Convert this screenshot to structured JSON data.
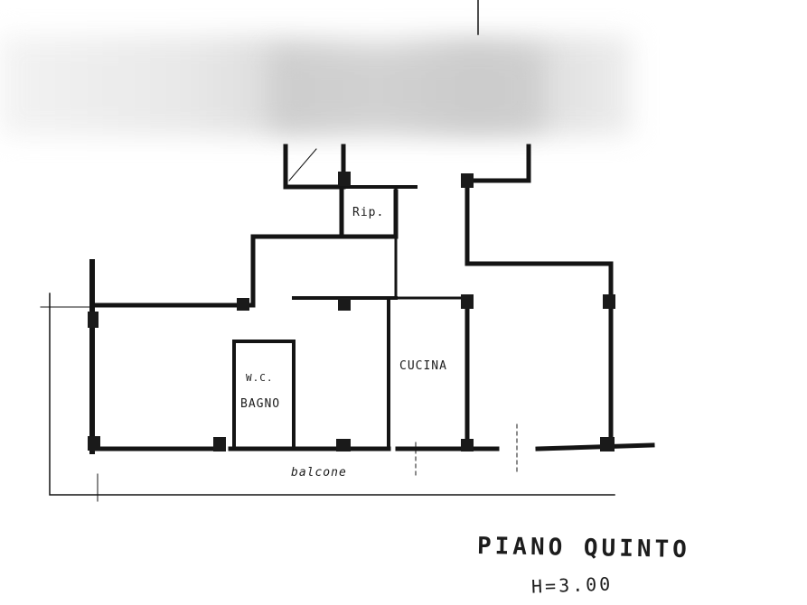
{
  "drawing": {
    "caption": "PIANO QUINTO",
    "height": "H=3.00",
    "balcony": "balcone",
    "rooms": {
      "ripostiglio": "Rip.",
      "wc": "W.C.",
      "bagno": "BAGNO",
      "cucina": "CUCINA"
    }
  }
}
